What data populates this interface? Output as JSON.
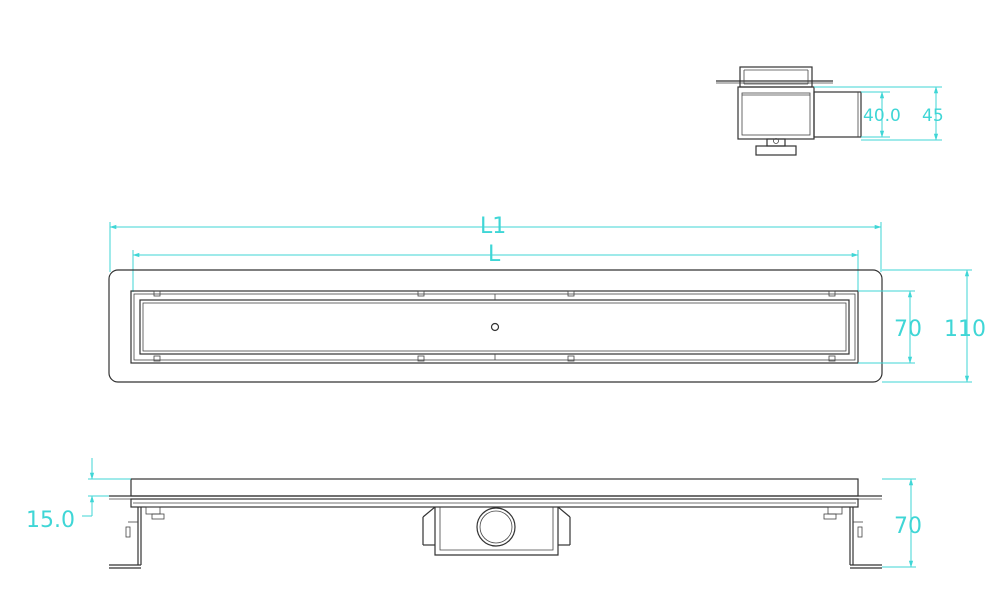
{
  "colors": {
    "dimension": "#3fd6d6",
    "outline": "#333333",
    "background": "#ffffff"
  },
  "dimensions": {
    "side_inner_height": "40.0",
    "side_outer_height": "45",
    "overall_length": "L1",
    "grate_length": "L",
    "inner_width": "70",
    "outer_width": "110",
    "flange_thickness": "15.0",
    "front_height": "70"
  }
}
